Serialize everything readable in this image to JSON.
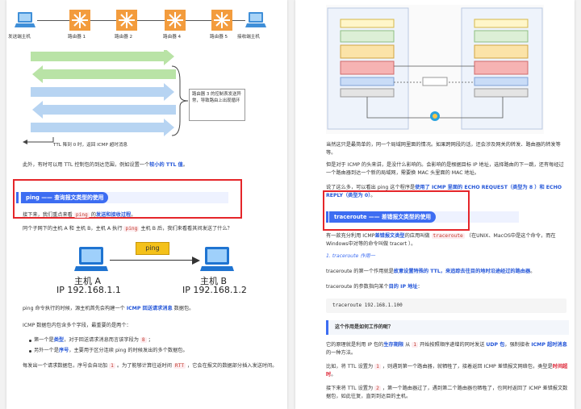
{
  "left": {
    "diagram": {
      "sender": "发送端主机",
      "routers": [
        "路由器 1",
        "路由器 2",
        "路由器 4",
        "路由器 5"
      ],
      "receiver": "接收端主机",
      "loop_note": "路由器 3 的控制表发送异常，导致路由上出现循环",
      "ttl_note": "TTL 降到 0 时，返回 ICMP 超时消息"
    },
    "p1_a": "此外，有时可以用 TTL 控制包的到达范围，例如设置一个",
    "p1_hl": "较小的 TTL 值",
    "p1_b": "。",
    "section_ping": "ping —— 查询报文类型的使用",
    "p2_a": "接下来，我们重点来看",
    "p2_code": "ping",
    "p2_b": "的",
    "p2_hl": "发送和接收过程",
    "p2_c": "。",
    "p3_a": "同个子网下的主机 A 和 主机 B，主机 A 执行",
    "p3_code": "ping",
    "p3_b": "主机 B 后，我们来看看其间发送了什么？",
    "ping_label": "ping",
    "host_a": "主机 A",
    "ip_a": "IP 192.168.1.1",
    "host_b": "主机 B",
    "ip_b": "IP 192.168.1.2",
    "p4_a": "ping 命令执行的时候，源主机首先会构建一个",
    "p4_hl": "ICMP 回送请求消息",
    "p4_b": "数据包。",
    "p5": "ICMP 数据包内包含多个字段，最重要的是两个：",
    "b1_a": "第一个是",
    "b1_hl": "类型",
    "b1_b": "，对于回送请求消息而言该字段为",
    "b1_code": "8",
    "b1_c": "；",
    "b2_a": "另外一个是",
    "b2_hl": "序号",
    "b2_b": "，主要用于区分连续 ping 的时候发出的多个数据包。",
    "p6_a": "每发出一个请求数据包，序号会自动加",
    "p6_code": "1",
    "p6_b": "。为了能够计算往返时间",
    "p6_code2": "RTT",
    "p6_c": "，它会在报文的数据部分插入发送时间。"
  },
  "right": {
    "p1": "当然这只是最简单的，同一个局域网里面的情况。如果跨网段的话，还会涉及网关的转发、路由器的转发等等。",
    "p2": "但是对于 ICMP 的头来讲，是没什么影响的。会影响的是根据目标 IP 地址，选择路由的下一跳，还有每经过一个路由器到达一个新的局域网，需要换 MAC 头里面的 MAC 地址。",
    "p3_a": "说了这么多，可以看出 ping 这个程序是",
    "p3_hl": "使用了 ICMP 里面的 ECHO REQUEST（类型为 8 ）和 ECHO REPLY（类型为 0）",
    "p3_b": "。",
    "section_traceroute": "traceroute —— 差错报文类型的使用",
    "p4_a": "有一款充分利用 ICMP",
    "p4_hl": "差错报文类型",
    "p4_b": "的应用叫做",
    "p4_code": "traceroute",
    "p4_c": "（在UNIX、MacOS中是这个命令，而在 Windows中对等的命令叫做 tracert ）。",
    "sub1": "1. traceroute 作用一",
    "p5_a": "traceroute 的第一个作用就是",
    "p5_hl": "故意设置特殊的 TTL，来追踪去往目的地时沿途经过的路由器",
    "p5_b": "。",
    "p6_a": "traceroute 的参数指向某个",
    "p6_hl": "目的 IP 地址",
    "p6_b": "：",
    "code_line": "traceroute 192.168.1.100",
    "quote": "这个作用是如何工作的呢？",
    "p7_a": "它的原理就是利用 IP 包的",
    "p7_hl": "生存期限",
    "p7_b": "从",
    "p7_code": "1",
    "p7_c": "开始按照顺序递增的同时发送",
    "p7_hl2": "UDP 包",
    "p7_d": "，强制接收",
    "p7_hl3": "ICMP 超时消息",
    "p7_e": "的一种方法。",
    "p8_a": "比如，将 TTL 设置为",
    "p8_code": "1",
    "p8_b": "，则遇到第一个路由器，就牺牲了，接着返回 ICMP 差错报文网络包，类型是",
    "p8_hl": "时间超时",
    "p8_c": "。",
    "p9_a": "接下来将 TTL 设置为",
    "p9_code": "2",
    "p9_b": "，第一个路由器过了，遇到第二个路由器也牺牲了，也同时返回了 ICMP 差错报文数据包，如此往复，直到到达目的主机。"
  },
  "colors": {
    "accent_blue": "#3d6df2",
    "highlight_red": "#e5262a",
    "arrow_green": "#b9e3a6",
    "arrow_blue": "#b7d4f2",
    "router_orange": "#f39c3d"
  }
}
